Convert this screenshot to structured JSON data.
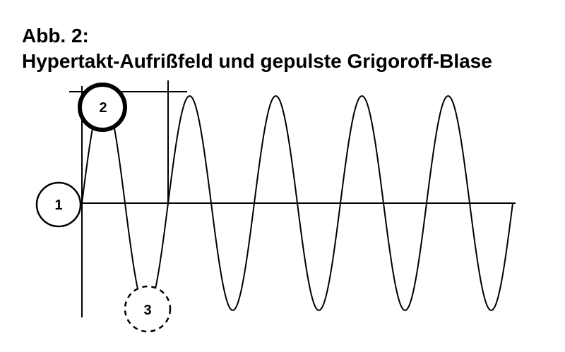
{
  "figure": {
    "title_line1": "Abb. 2:",
    "title_line2": "Hypertakt-Aufrißfeld und gepulste Grigoroff-Blase"
  },
  "markers": [
    {
      "label": "1",
      "style": "solid"
    },
    {
      "label": "2",
      "style": "bold"
    },
    {
      "label": "3",
      "style": "dashed"
    }
  ],
  "wave": {
    "cycles": 5,
    "color": "#000000"
  }
}
